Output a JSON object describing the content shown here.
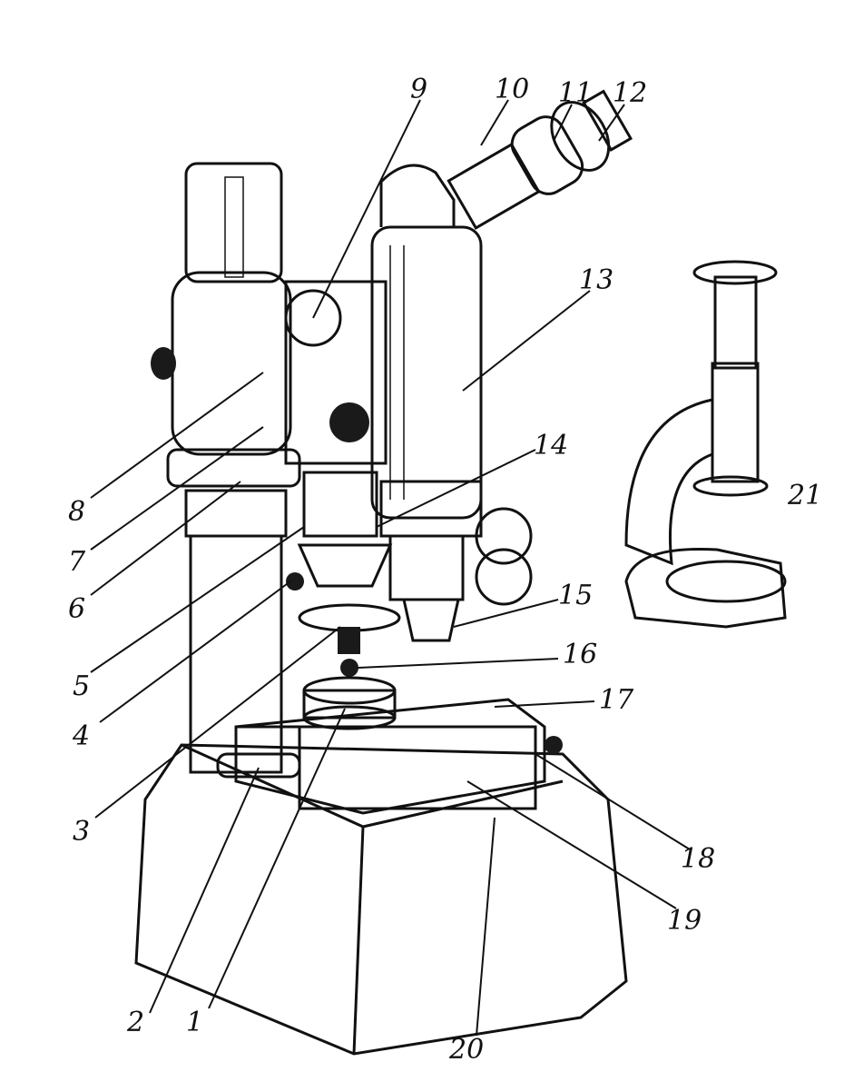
{
  "figure": {
    "callouts": [
      "1",
      "2",
      "3",
      "4",
      "5",
      "6",
      "7",
      "8",
      "9",
      "10",
      "11",
      "12",
      "13",
      "14",
      "15",
      "16",
      "17",
      "18",
      "19",
      "20",
      "21"
    ]
  },
  "colors": {
    "ink": "#111111",
    "paper": "#ffffff",
    "texture": "#1a1a1a"
  }
}
